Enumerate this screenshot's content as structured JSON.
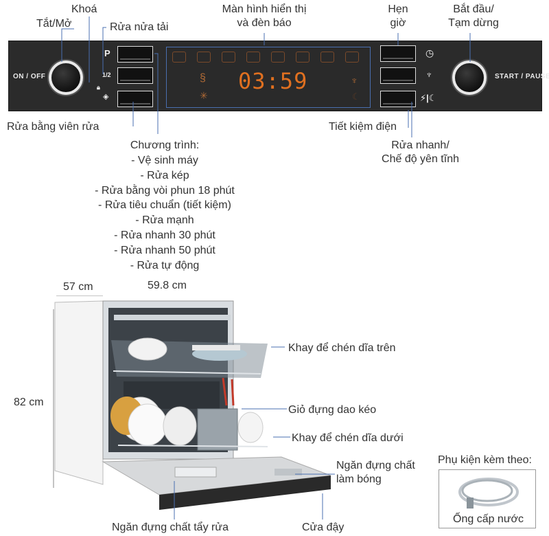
{
  "control_panel": {
    "on_off_label": "ON / OFF",
    "start_pause_label": "START / PAUSE",
    "p_label": "P",
    "half_label": "1/2",
    "display_time": "03:59"
  },
  "callouts": {
    "tat_mo": "Tắt/Mở",
    "khoa": "Khoá",
    "rua_nua_tai": "Rửa nửa tải",
    "man_hinh": "Màn hình hiển thị\nvà đèn báo",
    "hen_gio": "Hẹn\ngiờ",
    "bat_dau": "Bắt đầu/\nTạm dừng",
    "rua_bang_vien": "Rửa bằng viên rửa",
    "tiet_kiem": "Tiết kiệm điện",
    "rua_nhanh": "Rửa nhanh/\nChế độ yên tĩnh",
    "chuong_trinh_title": "Chương trình:",
    "programs": [
      "- Vệ sinh máy",
      "- Rửa kép",
      "- Rửa bằng vòi phun 18 phút",
      "- Rửa tiêu chuẩn (tiết kiệm)",
      "- Rửa mạnh",
      "- Rửa nhanh 30 phút",
      "- Rửa nhanh 50 phút",
      "- Rửa tự động"
    ]
  },
  "dimensions": {
    "depth": "57 cm",
    "width": "59.8 cm",
    "height": "82 cm"
  },
  "parts": {
    "upper_rack": "Khay để chén dĩa trên",
    "cutlery_basket": "Giỏ đựng dao kéo",
    "lower_rack": "Khay để chén dĩa dưới",
    "rinse_aid": "Ngăn đựng chất\nlàm bóng",
    "detergent": "Ngăn đựng chất tẩy rửa",
    "door": "Cửa đậy"
  },
  "accessory": {
    "title": "Phụ kiện kèm theo:",
    "item": "Ống cấp nước"
  }
}
